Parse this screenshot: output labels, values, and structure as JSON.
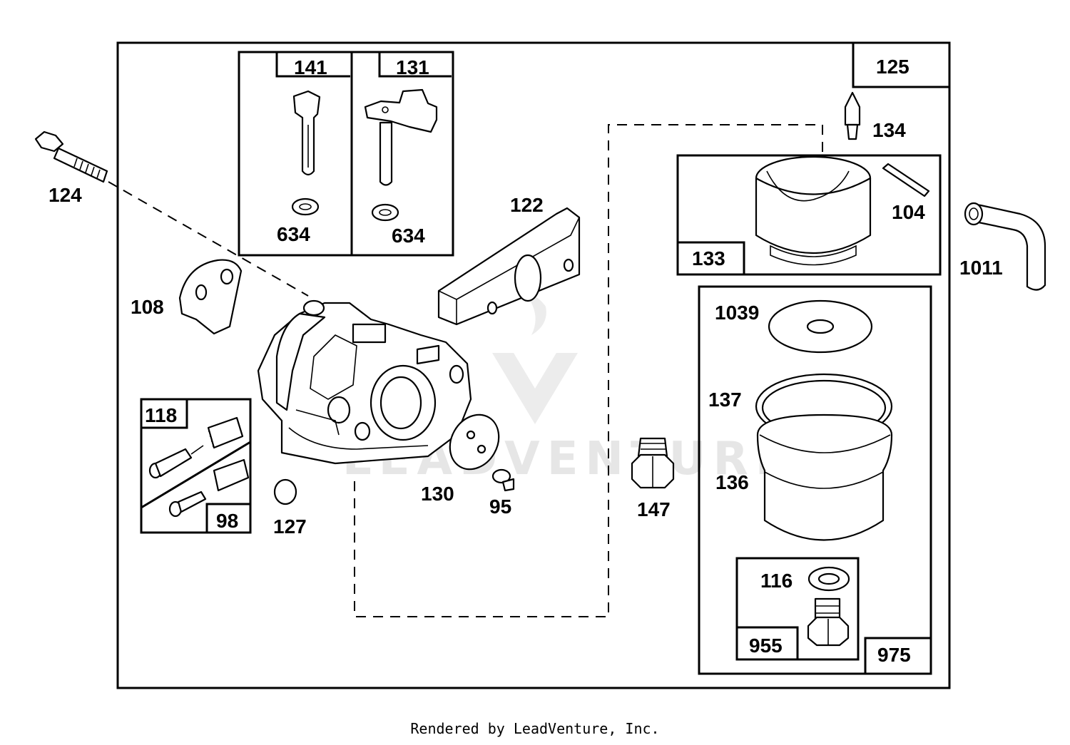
{
  "labels": {
    "p124": "124",
    "p141": "141",
    "p131": "131",
    "p634a": "634",
    "p634b": "634",
    "p122": "122",
    "p125": "125",
    "p134": "134",
    "p133": "133",
    "p104": "104",
    "p1011": "1011",
    "p108": "108",
    "p1039": "1039",
    "p137": "137",
    "p136": "136",
    "p118": "118",
    "p98": "98",
    "p127": "127",
    "p130": "130",
    "p95": "95",
    "p147": "147",
    "p116": "116",
    "p955": "955",
    "p975": "975"
  },
  "watermark": "LEADVENTURE",
  "credit": "Rendered by LeadVenture, Inc."
}
